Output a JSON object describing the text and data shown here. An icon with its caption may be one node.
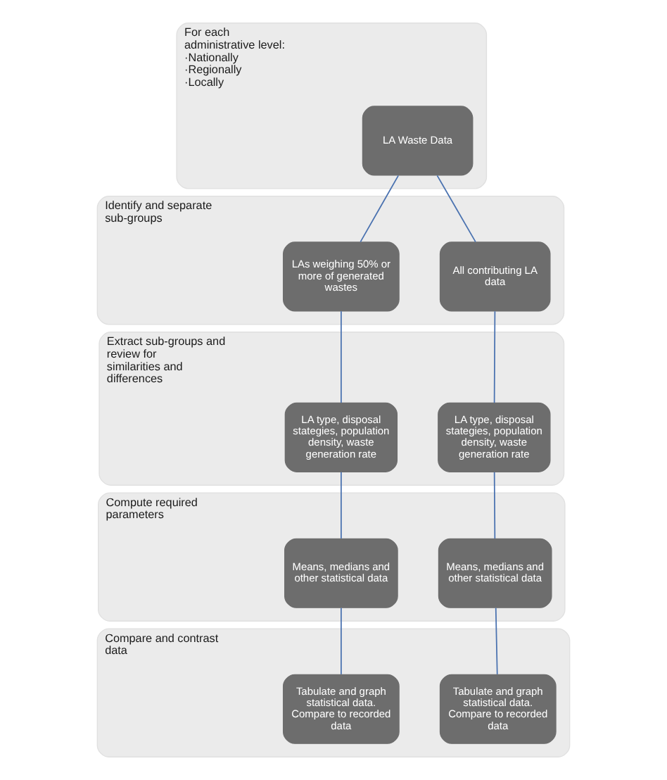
{
  "diagram": {
    "nodes": [
      {
        "text": [
          "For each administrative level:",
          "·Nationally",
          "·Regionally",
          "·Locally"
        ]
      },
      {
        "text": [
          "LA Waste Data"
        ],
        "in": 0
      },
      {
        "text": [
          "Identify and separate sub-groups"
        ]
      },
      {
        "text": [
          "LAs weighing 50% or more of generated wastes"
        ],
        "in": 2
      },
      {
        "text": [
          "All contributing LA data"
        ],
        "in": 2
      },
      {
        "text": [
          "Extract sub-groups and review for similarities and differences"
        ]
      },
      {
        "text": [
          "LA type, disposal stategies, population density, waste generation rate"
        ],
        "in": 5
      },
      {
        "text": [
          "LA type, disposal stategies, population density, waste generation rate"
        ],
        "in": 5
      },
      {
        "text": [
          "Compute required parameters"
        ]
      },
      {
        "text": [
          "Means, medians and other statistical data"
        ],
        "in": 8
      },
      {
        "text": [
          "Means, medians and other statistical data"
        ],
        "in": 8
      },
      {
        "text": [
          "Compare and contrast data"
        ]
      },
      {
        "text": [
          "Tabulate and graph statistical data. Compare to recorded data"
        ],
        "in": 11
      },
      {
        "text": [
          "Tabulate and graph statistical data. Compare to recorded data"
        ],
        "in": 11
      }
    ],
    "edges": [
      {
        "from": 1,
        "to": 3,
        "arrow": "none",
        "color": "#4a72b0"
      },
      {
        "from": 1,
        "to": 4,
        "arrow": "none",
        "color": "#4a72b0"
      },
      {
        "from": 3,
        "to": 6,
        "arrow": "none",
        "color": "#4a72b0"
      },
      {
        "from": 4,
        "to": 7,
        "arrow": "none",
        "color": "#4a72b0"
      },
      {
        "from": 6,
        "to": 9,
        "arrow": "none",
        "color": "#4a72b0"
      },
      {
        "from": 7,
        "to": 10,
        "arrow": "none",
        "color": "#4a72b0"
      },
      {
        "from": 9,
        "to": 12,
        "arrow": "none",
        "color": "#4a72b0"
      },
      {
        "from": 10,
        "to": 13,
        "arrow": "none",
        "color": "#4a72b0"
      }
    ]
  }
}
